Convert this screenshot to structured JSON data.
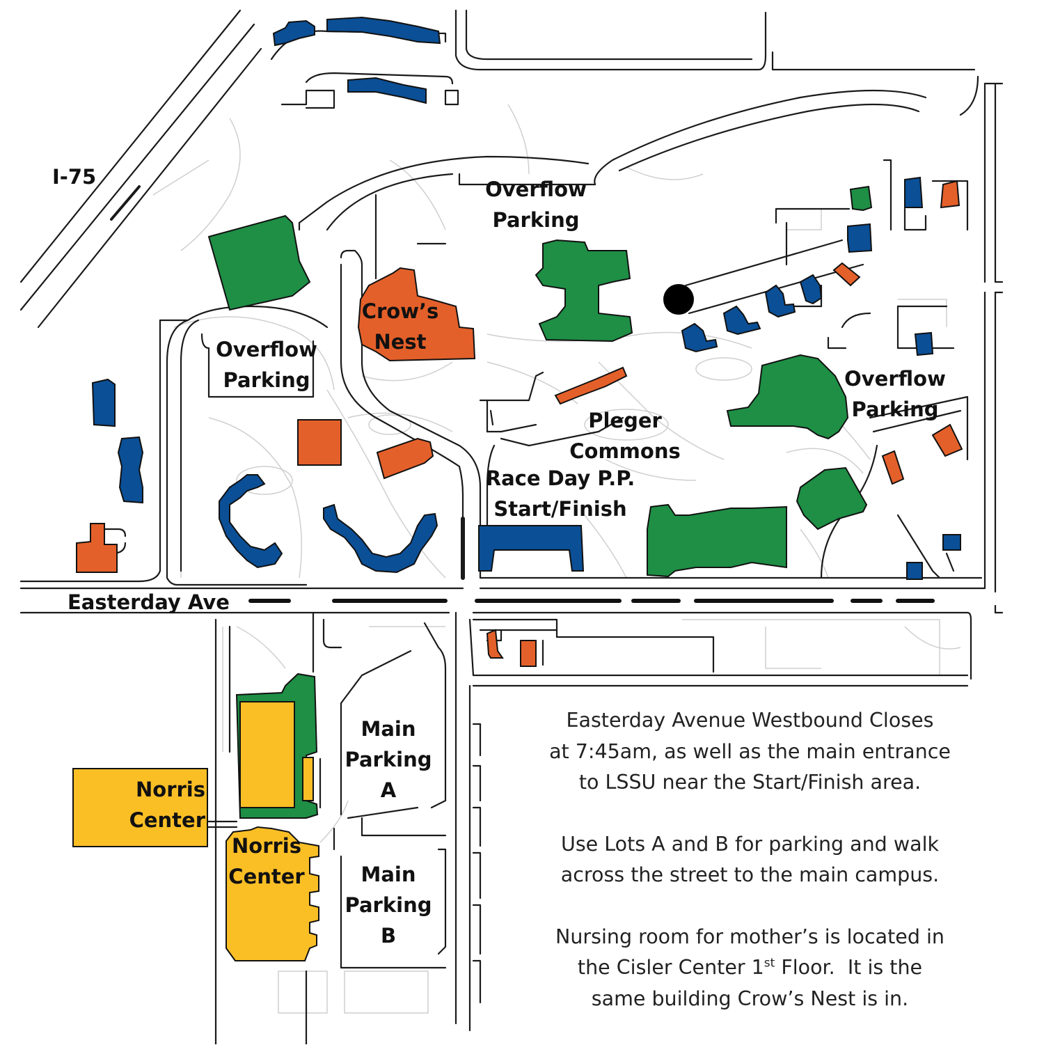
{
  "colors": {
    "blue": "#0b4f96",
    "green": "#1e8f45",
    "orange": "#e4602a",
    "yellow": "#fbbf26"
  },
  "labels": {
    "highway": "I-75",
    "street": "Easterday Ave",
    "overflow_top": [
      "Overflow",
      "Parking"
    ],
    "overflow_left": [
      "Overflow",
      "Parking"
    ],
    "overflow_right": [
      "Overflow",
      "Parking"
    ],
    "crows_nest": [
      "Crow’s",
      "Nest"
    ],
    "pleger": [
      "Pleger",
      "Commons"
    ],
    "race_day": [
      "Race Day P.P.",
      "Start/Finish"
    ],
    "norris_outer": [
      "Norris",
      "Center"
    ],
    "norris_inner": [
      "Norris",
      "Center"
    ],
    "parking_a": [
      "Main",
      "Parking",
      "A"
    ],
    "parking_b": [
      "Main",
      "Parking",
      "B"
    ]
  },
  "notes": {
    "p1": [
      "Easterday Avenue Westbound Closes",
      "at 7:45am, as well as the main entrance",
      "to LSSU near the Start/Finish area."
    ],
    "p2": [
      "Use Lots A and B for parking and walk",
      "across the street to the main campus."
    ],
    "p3_line1": "Nursing room for mother’s is located in",
    "p3_line2_a": "the Cisler Center 1",
    "p3_line2_sup": "st",
    "p3_line2_b": " Floor.  It is the",
    "p3_line3": "same building Crow’s Nest is in."
  }
}
